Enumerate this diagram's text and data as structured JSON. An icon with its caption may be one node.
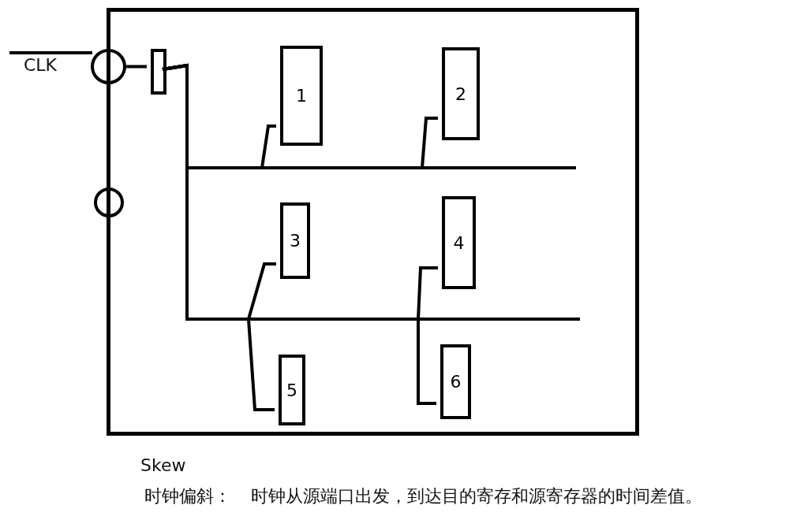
{
  "diagram": {
    "nodes": [
      {
        "text": [],
        "shape": "box"
      },
      {
        "text": [],
        "shape": "circle"
      },
      {
        "text": [],
        "shape": "circle"
      },
      {
        "text": [],
        "shape": "box",
        "in": 0
      },
      {
        "text": [
          "1"
        ],
        "in": 0
      },
      {
        "text": [
          "2"
        ],
        "in": 0
      },
      {
        "text": [
          "3"
        ],
        "in": 0
      },
      {
        "text": [
          "4"
        ],
        "in": 0
      },
      {
        "text": [
          "5"
        ],
        "in": 0
      },
      {
        "text": [
          "6"
        ],
        "in": 0
      }
    ],
    "edges": [
      {
        "from": null,
        "to": 1,
        "arrow": "none",
        "label": "CLK"
      },
      {
        "from": 1,
        "to": 3,
        "arrow": "none"
      },
      {
        "from": 3,
        "to": 4,
        "arrow": "none"
      },
      {
        "from": 3,
        "to": 5,
        "arrow": "none"
      },
      {
        "from": 3,
        "to": 6,
        "arrow": "none"
      },
      {
        "from": 3,
        "to": 7,
        "arrow": "none"
      },
      {
        "from": 3,
        "to": 8,
        "arrow": "none"
      },
      {
        "from": 3,
        "to": 9,
        "arrow": "none"
      }
    ],
    "labels": [
      "Skew",
      "时钟偏斜：",
      "时钟从源端口出发，到达目的寄存和源寄存器的时间差值。"
    ]
  }
}
